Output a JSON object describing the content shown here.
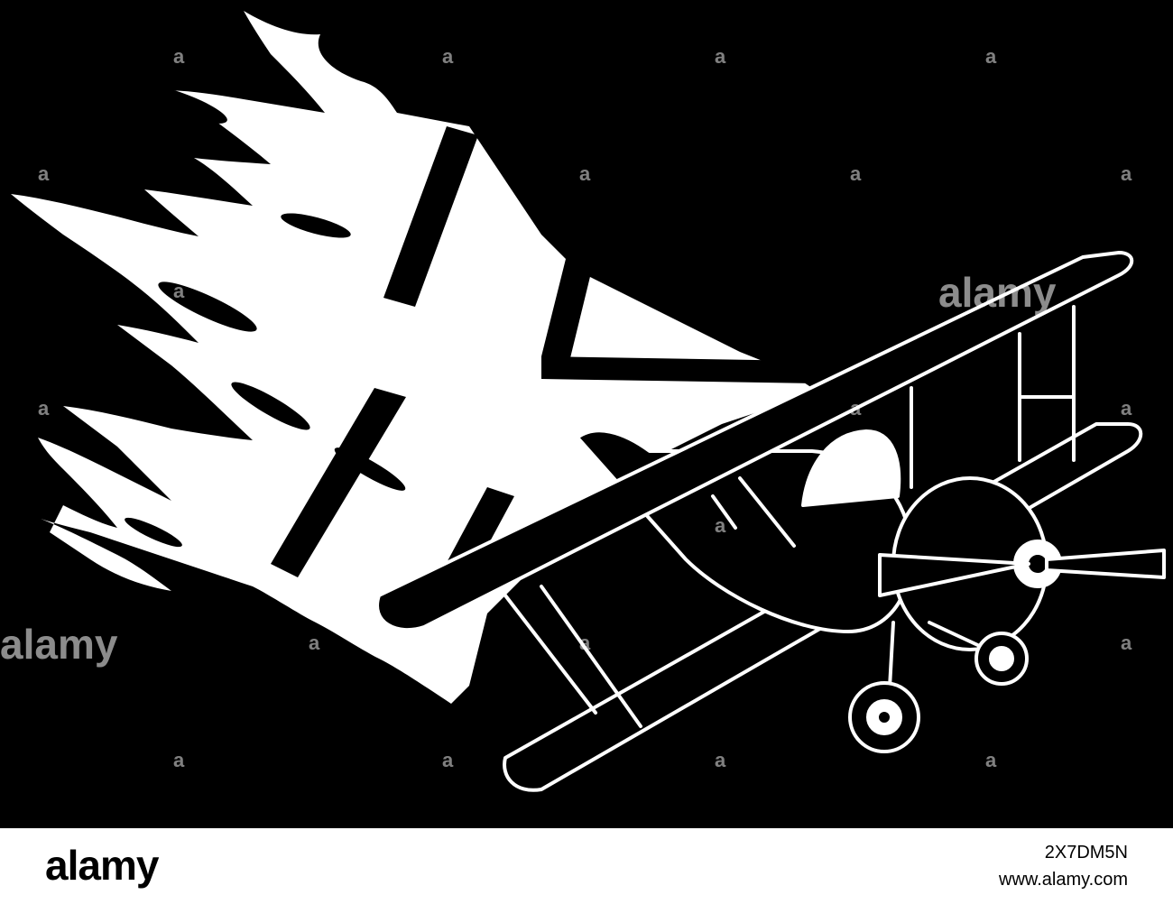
{
  "watermark": {
    "word": "alamy",
    "mark": "a"
  },
  "footer": {
    "logo": "alamy",
    "image_id": "2X7DM5N",
    "url": "www.alamy.com"
  },
  "colors": {
    "background": "#000000",
    "artwork": "#ffffff",
    "footer_background": "#ffffff"
  }
}
